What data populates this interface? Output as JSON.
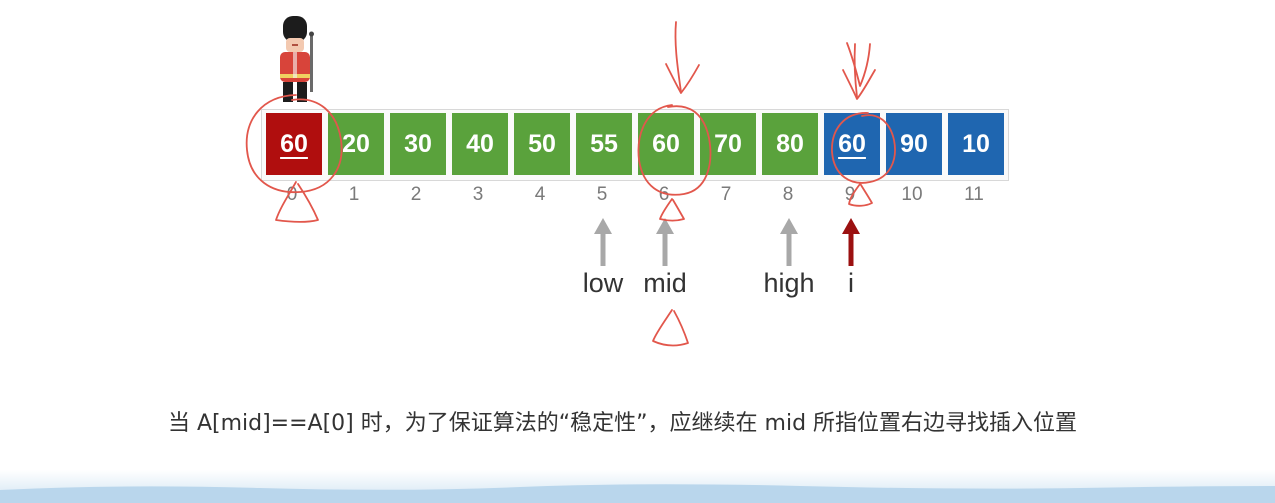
{
  "array": {
    "cells": [
      {
        "value": "60",
        "color": "#b00e0e",
        "underline": true
      },
      {
        "value": "20",
        "color": "#5aa23c",
        "underline": false
      },
      {
        "value": "30",
        "color": "#5aa23c",
        "underline": false
      },
      {
        "value": "40",
        "color": "#5aa23c",
        "underline": false
      },
      {
        "value": "50",
        "color": "#5aa23c",
        "underline": false
      },
      {
        "value": "55",
        "color": "#5aa23c",
        "underline": false
      },
      {
        "value": "60",
        "color": "#5aa23c",
        "underline": false
      },
      {
        "value": "70",
        "color": "#5aa23c",
        "underline": false
      },
      {
        "value": "80",
        "color": "#5aa23c",
        "underline": false
      },
      {
        "value": "60",
        "color": "#1f66b0",
        "underline": true
      },
      {
        "value": "90",
        "color": "#1f66b0",
        "underline": false
      },
      {
        "value": "10",
        "color": "#1f66b0",
        "underline": false
      }
    ],
    "indices": [
      "0",
      "1",
      "2",
      "3",
      "4",
      "5",
      "6",
      "7",
      "8",
      "9",
      "10",
      "11"
    ]
  },
  "pointers": [
    {
      "label": "low",
      "index": 5,
      "arrow_color": "#a8a8a8"
    },
    {
      "label": "mid",
      "index": 6,
      "arrow_color": "#a8a8a8"
    },
    {
      "label": "high",
      "index": 8,
      "arrow_color": "#a8a8a8"
    },
    {
      "label": "i",
      "index": 9,
      "arrow_color": "#9b1010"
    }
  ],
  "caption": "当 A[mid]==A[0] 时，为了保证算法的“稳定性”，应继续在 mid 所指位置右边寻找插入位置",
  "colors": {
    "sentinel": "#b00e0e",
    "sorted": "#5aa23c",
    "unsorted": "#1f66b0",
    "annotation": "#e2574c"
  }
}
